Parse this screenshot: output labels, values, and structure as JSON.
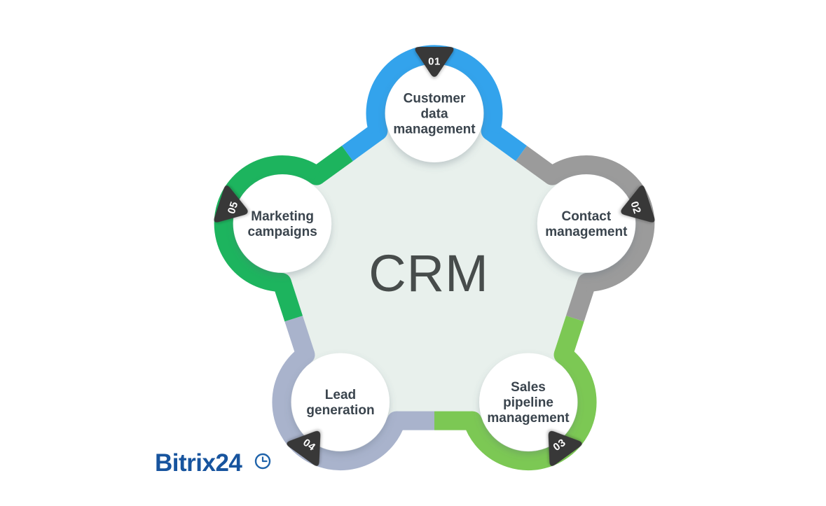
{
  "diagram": {
    "center_label": "CRM",
    "items": [
      {
        "number": "01",
        "label": "Customer data management",
        "lines": [
          "Customer",
          "data",
          "management"
        ],
        "color": "#33A3EC"
      },
      {
        "number": "02",
        "label": "Contact management",
        "lines": [
          "Contact",
          "management"
        ],
        "color": "#9B9B9B"
      },
      {
        "number": "03",
        "label": "Sales pipeline management",
        "lines": [
          "Sales",
          "pipeline",
          "management"
        ],
        "color": "#7CC854"
      },
      {
        "number": "04",
        "label": "Lead generation",
        "lines": [
          "Lead",
          "generation"
        ],
        "color": "#A9B3CC"
      },
      {
        "number": "05",
        "label": "Marketing campaigns",
        "lines": [
          "Marketing",
          "campaigns"
        ],
        "color": "#1DB45E"
      }
    ],
    "badge_color": "#383838",
    "badge_text_color": "#FFFFFF",
    "pentagon_fill": "#E8F0EC",
    "label_color": "#3A444D",
    "center_label_color": "#474C4B",
    "background": "#FFFFFF"
  },
  "brand": {
    "name": "Bitrix24",
    "color": "#17549E",
    "clock_icon_color": "#1F63AA"
  }
}
